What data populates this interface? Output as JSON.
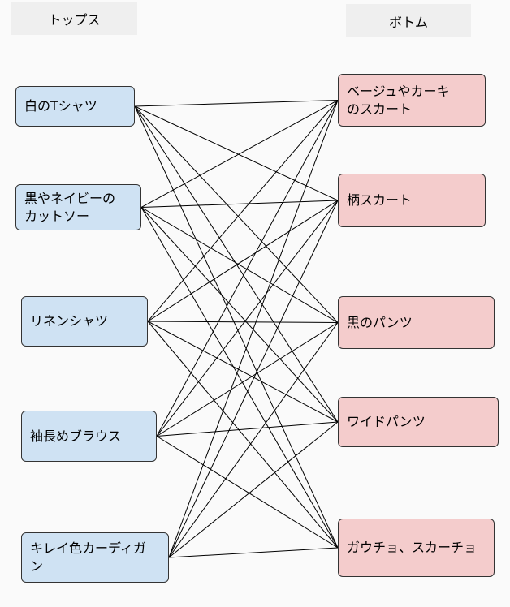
{
  "headers": {
    "tops": "トップス",
    "bottoms": "ボトム"
  },
  "tops": [
    {
      "id": "t0",
      "label": "白のTシャツ"
    },
    {
      "id": "t1",
      "label": "黒やネイビーの\nカットソー"
    },
    {
      "id": "t2",
      "label": "リネンシャツ"
    },
    {
      "id": "t3",
      "label": "袖長めブラウス"
    },
    {
      "id": "t4",
      "label": "キレイ色カーディガ\nン"
    }
  ],
  "bottoms": [
    {
      "id": "b0",
      "label": "ベージュやカーキ\nのスカート"
    },
    {
      "id": "b1",
      "label": "柄スカート"
    },
    {
      "id": "b2",
      "label": "黒のパンツ"
    },
    {
      "id": "b3",
      "label": "ワイドパンツ"
    },
    {
      "id": "b4",
      "label": "ガウチョ、スカーチョ"
    }
  ],
  "connections": "all-to-all"
}
